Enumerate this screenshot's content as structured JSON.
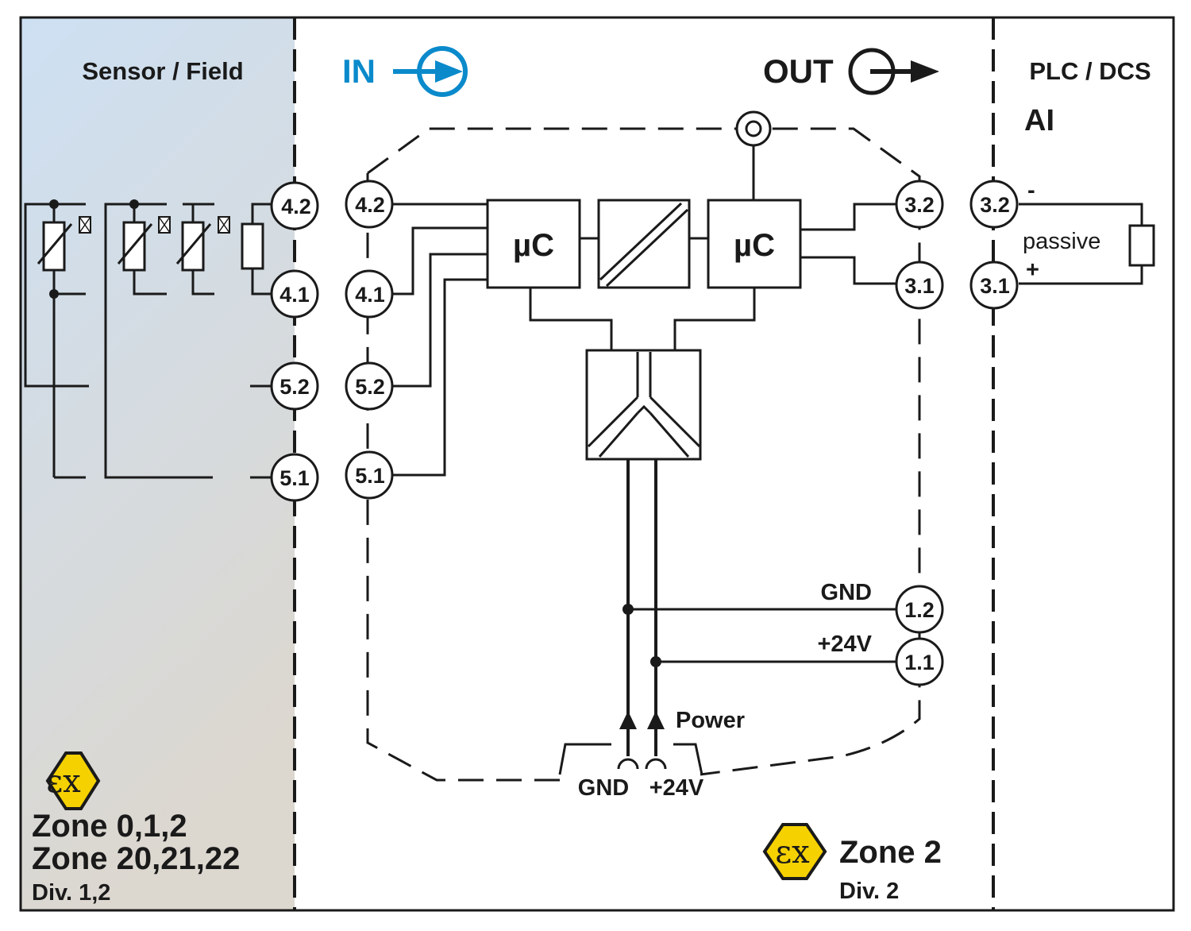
{
  "zones": {
    "field_title": "Sensor / Field",
    "plc_title": "PLC / DCS",
    "plc_subtitle": "AI",
    "field_zone_line1": "Zone 0,1,2",
    "field_zone_line2": "Zone 20,21,22",
    "field_div": "Div. 1,2",
    "device_zone": "Zone 2",
    "device_div": "Div. 2",
    "ex_symbol": "εx"
  },
  "signals": {
    "in_label": "IN",
    "out_label": "OUT"
  },
  "blocks": {
    "uc_left": "µC",
    "uc_right": "µC"
  },
  "terminals": {
    "field_side": [
      "4.2",
      "4.1",
      "5.2",
      "5.1"
    ],
    "device_input": [
      "4.2",
      "4.1",
      "5.2",
      "5.1"
    ],
    "device_output": [
      "3.2",
      "3.1"
    ],
    "plc_side": [
      "3.2",
      "3.1"
    ],
    "power": [
      "1.2",
      "1.1"
    ]
  },
  "labels": {
    "gnd": "GND",
    "plus24": "+24V",
    "power": "Power",
    "bus_gnd": "GND",
    "bus_plus24": "+24V",
    "passive": "passive",
    "minus": "-",
    "plus": "+"
  },
  "colors": {
    "accent_blue": "#0a8acb",
    "ex_yellow": "#f5d100",
    "field_gradient_top": "#cde0f3",
    "field_gradient_bottom": "#dcd7cf"
  }
}
